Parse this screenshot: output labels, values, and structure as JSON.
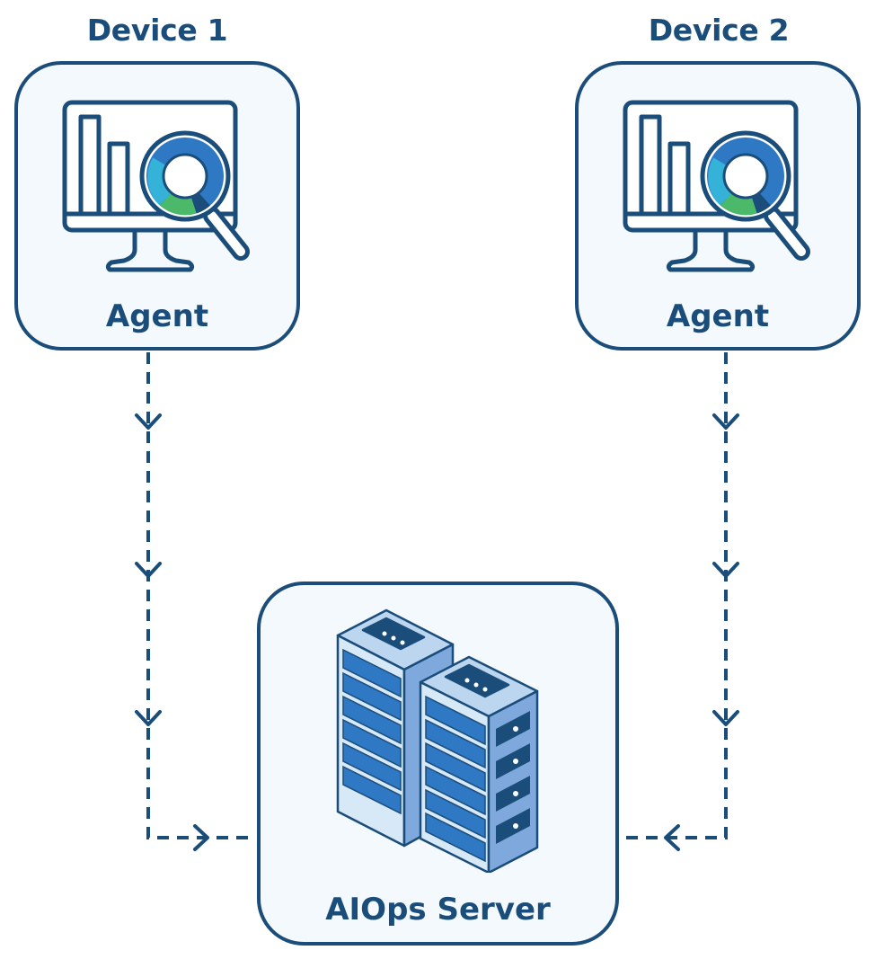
{
  "devices": [
    {
      "title": "Device 1",
      "label": "Agent"
    },
    {
      "title": "Device 2",
      "label": "Agent"
    }
  ],
  "server": {
    "label": "AIOps Server"
  },
  "colors": {
    "primary": "#1b4d7a",
    "box_fill": "#f3f9fd",
    "icon_blue": "#2f78c4",
    "icon_cyan": "#35b2d8",
    "icon_green": "#4cb96a",
    "server_light": "#bcd6f0",
    "server_mid": "#7fa9dc"
  },
  "icons": [
    "monitor-analytics-icon",
    "magnifier-donut-icon",
    "server-rack-icon",
    "arrow-down-icon",
    "arrow-right-icon",
    "arrow-left-icon"
  ]
}
